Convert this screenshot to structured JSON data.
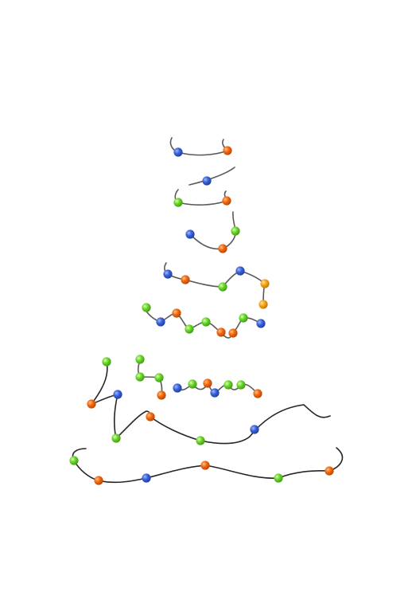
{
  "illustration": {
    "subject": "tree-of-string-lights",
    "colors": {
      "blue": "#3a63d8",
      "orange": "#f06a10",
      "green": "#6ad62a",
      "amber": "#f6a51a",
      "wire_light": "#5a5a5a",
      "wire_dark": "#262626"
    },
    "strands": [
      {
        "id": "strand-1",
        "bulbs": [
          "blue",
          "orange"
        ]
      },
      {
        "id": "strand-2",
        "bulbs": [
          "blue"
        ]
      },
      {
        "id": "strand-3",
        "bulbs": [
          "green",
          "orange"
        ]
      },
      {
        "id": "strand-4",
        "bulbs": [
          "green",
          "blue",
          "orange"
        ]
      },
      {
        "id": "strand-5",
        "bulbs": [
          "blue",
          "orange",
          "green",
          "blue",
          "amber",
          "amber"
        ]
      },
      {
        "id": "strand-6",
        "bulbs": [
          "green",
          "blue",
          "orange",
          "green",
          "green",
          "orange",
          "orange",
          "green",
          "blue"
        ]
      },
      {
        "id": "strand-7",
        "bulbs": [
          "green",
          "orange",
          "blue",
          "green",
          "orange",
          "green",
          "blue"
        ]
      },
      {
        "id": "strand-8",
        "bulbs": [
          "green",
          "green",
          "green",
          "orange"
        ]
      },
      {
        "id": "strand-9",
        "bulbs": [
          "blue",
          "green",
          "orange",
          "blue",
          "green",
          "green",
          "orange"
        ]
      },
      {
        "id": "strand-10",
        "bulbs": [
          "green",
          "orange",
          "blue",
          "orange",
          "green",
          "orange"
        ]
      }
    ]
  }
}
